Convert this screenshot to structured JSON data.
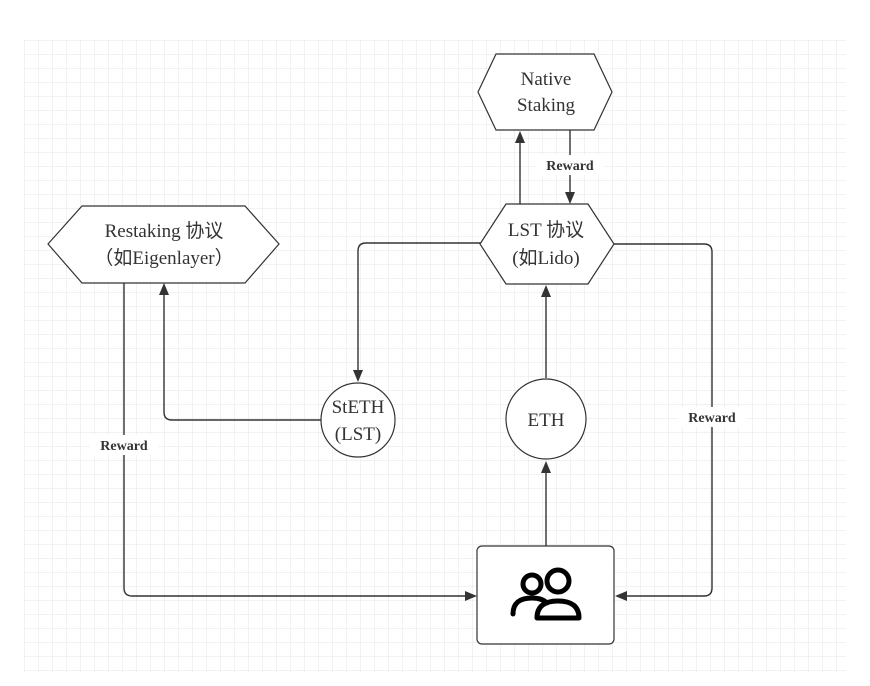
{
  "diagram": {
    "nodes": {
      "native_staking": {
        "lines": [
          "Native",
          "Staking"
        ]
      },
      "restaking": {
        "lines": [
          "Restaking 协议",
          "（如Eigenlayer）"
        ]
      },
      "lst_protocol": {
        "lines": [
          "LST 协议",
          "(如Lido)"
        ]
      },
      "steth": {
        "lines": [
          "StETH",
          "(LST)"
        ]
      },
      "eth": {
        "lines": [
          "ETH"
        ]
      },
      "user": {
        "icon": "users-icon"
      }
    },
    "edges": {
      "native_to_lst_reward": "Reward",
      "lst_to_user_reward": "Reward",
      "restaking_to_user_reward": "Reward"
    },
    "colors": {
      "stroke": "#333333",
      "grid": "#e6e6e6",
      "background": "#ffffff"
    }
  }
}
